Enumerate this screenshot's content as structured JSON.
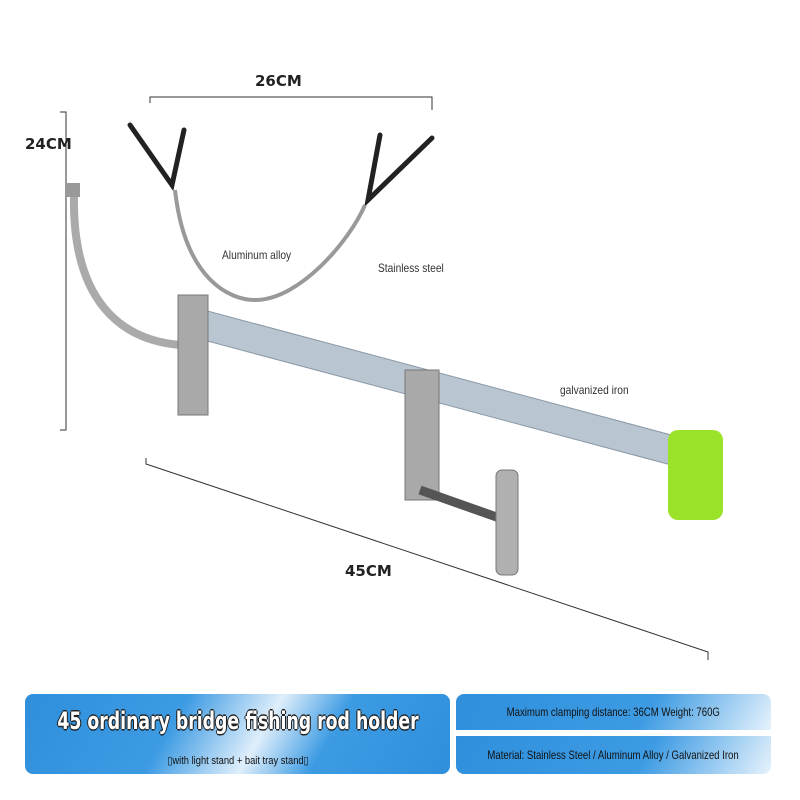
{
  "dimensions": {
    "width": "26CM",
    "height": "24CM",
    "length": "45CM"
  },
  "material_labels": {
    "aluminum": "Aluminum alloy",
    "stainless": "Stainless steel",
    "galvanized": "galvanized iron"
  },
  "banner": {
    "title": "45 ordinary bridge fishing rod holder",
    "subtitle": "▯with light stand + bait tray stand▯"
  },
  "specs": {
    "clamping": "Maximum clamping distance: 36CM Weight: 760G",
    "material": "Material: Stainless Steel / Aluminum Alloy / Galvanized Iron"
  },
  "colors": {
    "banner_blue": "#3d9be3",
    "accent_green": "#9be22a"
  }
}
